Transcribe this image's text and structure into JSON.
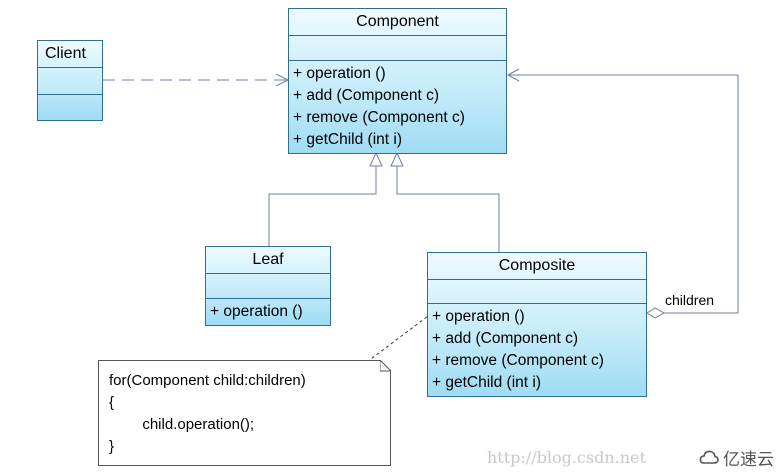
{
  "classes": {
    "component": {
      "name": "Component",
      "operations": [
        "+ operation ()",
        "+ add (Component c)",
        "+ remove (Component c)",
        "+ getChild (int i)"
      ]
    },
    "client": {
      "name": "Client"
    },
    "leaf": {
      "name": "Leaf",
      "operations": [
        "+ operation ()"
      ]
    },
    "composite": {
      "name": "Composite",
      "operations": [
        "+ operation ()",
        "+ add (Component c)",
        "+ remove (Component c)",
        "+ getChild (int i)"
      ]
    }
  },
  "association": {
    "label": "children"
  },
  "note": {
    "lines": [
      "for(Component child:children)",
      "{",
      "        child.operation();",
      "}"
    ]
  },
  "watermark": {
    "text": "http://blog.csdn.net"
  },
  "brand": {
    "text": "亿速云"
  },
  "colors": {
    "line": "#6f7fa8",
    "box_border": "#2f6f8f",
    "box_fill_top": "#eefbff",
    "box_fill_bottom": "#9fdcf3"
  }
}
